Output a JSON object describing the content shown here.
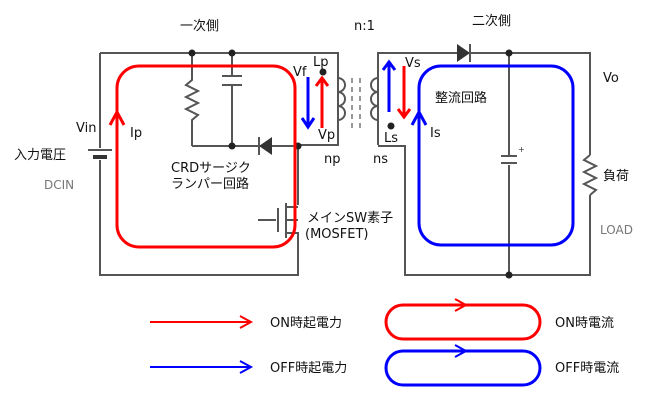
{
  "labels": {
    "primary_side": "一次側",
    "secondary_side": "二次側",
    "turns_ratio": "n:1",
    "vin": "Vin",
    "input_voltage": "入力電圧",
    "dcin": "DCIN",
    "ip": "Ip",
    "vf": "Vf",
    "lp": "Lp",
    "vp": "Vp",
    "np": "np",
    "ns": "ns",
    "vs": "Vs",
    "ls": "Ls",
    "is": "Is",
    "rectifier": "整流回路",
    "vo": "Vo",
    "load_jp": "負荷",
    "load": "LOAD",
    "crd_line1": "CRDサージク",
    "crd_line2": "ランパー回路",
    "main_sw_line1": "メインSW素子",
    "main_sw_line2": "(MOSFET)"
  },
  "legend": {
    "on_emf": "ON時起電力",
    "on_current": "ON時電流",
    "off_emf": "OFF時起電力",
    "off_current": "OFF時電流"
  },
  "colors": {
    "on": "#ff0000",
    "off": "#0000ff",
    "wire": "#555555"
  }
}
